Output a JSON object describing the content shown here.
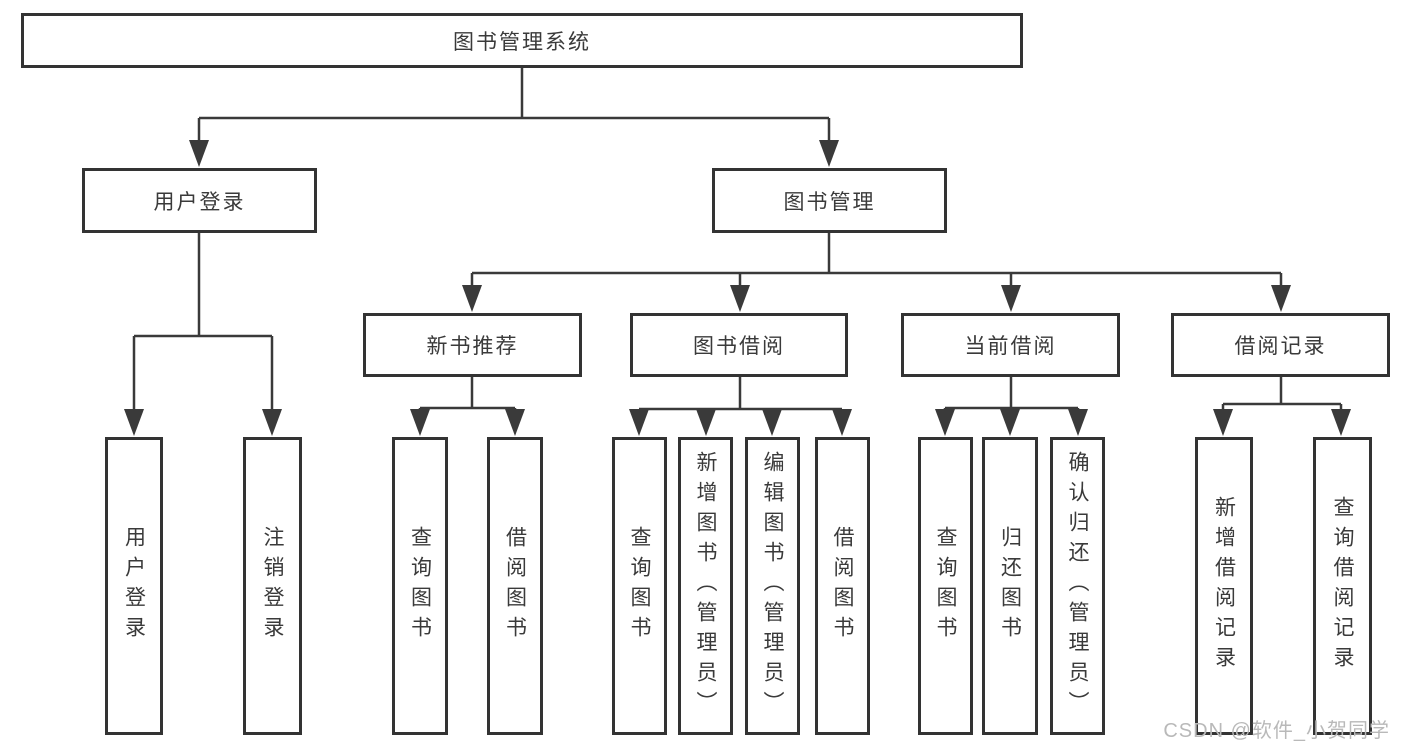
{
  "diagram": {
    "tree": {
      "root": {
        "label": "图书管理系统"
      },
      "children": [
        {
          "label": "用户登录",
          "children": [
            {
              "label": "用户登录"
            },
            {
              "label": "注销登录"
            }
          ]
        },
        {
          "label": "图书管理",
          "children": [
            {
              "label": "新书推荐",
              "children": [
                {
                  "label": "查询图书"
                },
                {
                  "label": "借阅图书"
                }
              ]
            },
            {
              "label": "图书借阅",
              "children": [
                {
                  "label": "查询图书"
                },
                {
                  "label": "新增图书（管理员）"
                },
                {
                  "label": "编辑图书（管理员）"
                },
                {
                  "label": "借阅图书"
                }
              ]
            },
            {
              "label": "当前借阅",
              "children": [
                {
                  "label": "查询图书"
                },
                {
                  "label": "归还图书"
                },
                {
                  "label": "确认归还（管理员）"
                }
              ]
            },
            {
              "label": "借阅记录",
              "children": [
                {
                  "label": "新增借阅记录"
                },
                {
                  "label": "查询借阅记录"
                }
              ]
            }
          ]
        }
      ]
    },
    "colors": {
      "line": "#3a3a3a",
      "border": "#333333",
      "text": "#3a3a3a",
      "background": "#ffffff",
      "watermark": "#b9b9b9"
    }
  },
  "watermark": {
    "text": "CSDN @软件_小贺同学"
  }
}
